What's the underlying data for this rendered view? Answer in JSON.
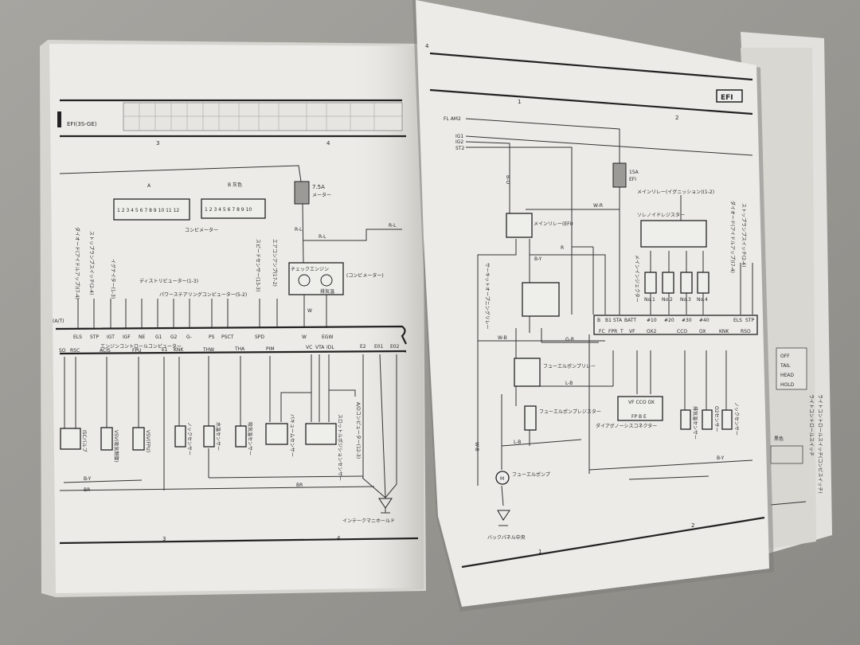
{
  "photo": {
    "background_color": "#9c9a95",
    "paper_color": "#ecebe7"
  },
  "left_page": {
    "title": "EFI(3S-GE)",
    "column_numbers": [
      "3",
      "4"
    ],
    "connectors": {
      "a_label": "A",
      "b_label": "B 灰色",
      "a_pins": "1 2 3 4 5 6 7 8 9 10 11 12",
      "b_pins": "1 2 3 4 5 6 7 8 9 10",
      "caption": "コンビメーター"
    },
    "fuse": {
      "rating": "7.5A",
      "name": "メーター"
    },
    "wire_labels": {
      "rl": "R-L",
      "w": "W",
      "br": "BR",
      "by": "B-Y"
    },
    "combimeter": {
      "label": "(コンビメーター)",
      "check_engine": "チェックエンジン",
      "exhaust_temp": "排気温"
    },
    "callouts": [
      "ダイオード(アイドルアップ)(7-4)",
      "ストップランプスイッチ(2-4)",
      "イグナイター(1-3)",
      "ディストリビューター(1-3)",
      "パワーステアリングコンピューター(5-2)",
      "スピードセンサー(13-3)",
      "エアコンアンプ(17-2)"
    ],
    "ecu_top_pins": [
      "(A/T)",
      "ELS",
      "STP",
      "IGT",
      "IGF",
      "NE",
      "G1",
      "G2",
      "G-",
      "PS",
      "PSCT",
      "SPD",
      "W",
      "EGW"
    ],
    "ecu_label": "エンジンコントロールコンピューター",
    "ecu_bottom_pins": [
      "SO",
      "RSC",
      "ACIS",
      "FPU",
      "E1",
      "KNK",
      "THW",
      "THA",
      "PIM",
      "VC",
      "VTA",
      "IDL",
      "E2",
      "E01",
      "E02"
    ],
    "components": [
      "ISCバルブ",
      "VSV(吸気制御)",
      "VSV(FPU)",
      "ノックセンサー",
      "水温センサー",
      "吸気温センサー",
      "バキュームセンサー",
      "スロットルポジションセンサー",
      "A/Dコンピューター(12-3)"
    ],
    "ground": "インテークマニホールド"
  },
  "right_page": {
    "page_number": "4",
    "badge": "EFI",
    "column_numbers": [
      "1",
      "2"
    ],
    "power_inputs": [
      "FL AM2",
      "IG1",
      "IG2",
      "ST2"
    ],
    "fuse": {
      "rating": "15A",
      "name": "EFI"
    },
    "main_relay_efi": "メインリレー(EFI)",
    "main_relay_ign": "メインリレー(イグニッション)(1-2)",
    "solenoid_resistor": "ソレノイドレジスター",
    "circuit_opening_relay": "サーキットオープニングリレー",
    "injector_label": "メインインジェクター",
    "injectors": [
      "No.1",
      "No.2",
      "No.3",
      "No.4"
    ],
    "ecu_top_pins": [
      "B",
      "B1",
      "STA",
      "BATT",
      "#10",
      "#20",
      "#30",
      "#40",
      "ELS",
      "STP"
    ],
    "ecu_bottom_pins": [
      "FC",
      "FPR",
      "T",
      "VF",
      "OX2",
      "CCO",
      "OX",
      "KNK",
      "RSO"
    ],
    "wire_labels": {
      "bo": "B-O",
      "wr": "W-R",
      "r": "R",
      "by": "B-Y",
      "wb": "W-B",
      "gr": "G-R",
      "lb": "L-B"
    },
    "fuel_pump_relay": "フューエルポンプリレー",
    "fuel_pump_resistor": "フューエルポンプレジスター",
    "fuel_pump": "フューエルポンプ",
    "motor_symbol": "M",
    "ground": "バックパネル中央",
    "diag_connector": "ダイアグノーシスコネクター",
    "diag_pins_top": "VF CCO OX",
    "diag_pins_bottom": "FP B E",
    "sensors": [
      "排気温センサー",
      "O2センサー",
      "ノックセンサー"
    ],
    "callouts": [
      "ダイオード(アイドルアップ)(7-4)",
      "ストップランプスイッチ(2-4)"
    ]
  },
  "back_page": {
    "switch_positions": [
      "OFF",
      "TAIL",
      "HEAD",
      "HOLD"
    ],
    "switch_label": "ライトコントロールスイッチ(コンビスイッチ)",
    "connector_label": "黒色",
    "footer": "ライトコントロールスイッチ"
  }
}
